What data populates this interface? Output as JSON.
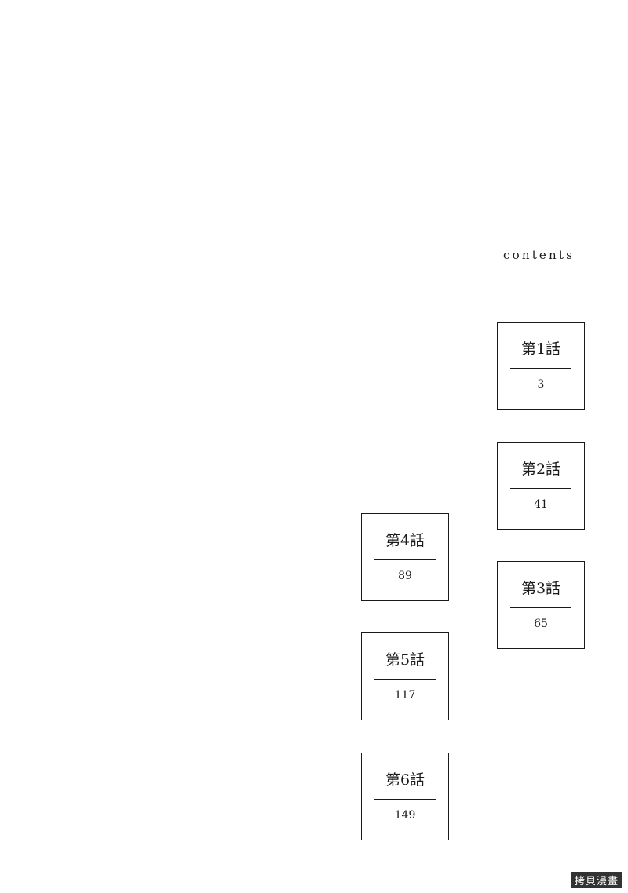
{
  "heading": "contents",
  "chapters": [
    {
      "title": "第1話",
      "page": "3"
    },
    {
      "title": "第2話",
      "page": "41"
    },
    {
      "title": "第3話",
      "page": "65"
    },
    {
      "title": "第4話",
      "page": "89"
    },
    {
      "title": "第5話",
      "page": "117"
    },
    {
      "title": "第6話",
      "page": "149"
    }
  ],
  "watermark": "拷貝漫畫"
}
